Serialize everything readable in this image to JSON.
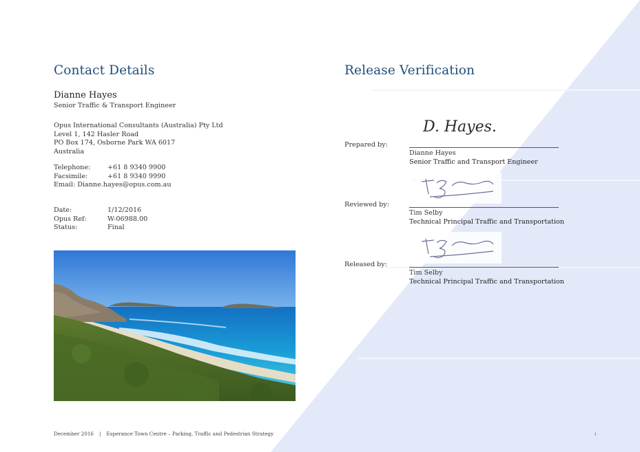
{
  "contact": {
    "heading": "Contact Details",
    "name": "Dianne Hayes",
    "role": "Senior Traffic & Transport Engineer",
    "address_lines": [
      "Opus International Consultants (Australia) Pty Ltd",
      "Level 1, 142 Hasler Road",
      "PO Box 174, Osborne Park WA 6017",
      "Australia"
    ],
    "telephone_label": "Telephone:",
    "telephone": "+61 8 9340 9900",
    "facsimile_label": "Facsimile:",
    "facsimile": "+61 8 9340 9990",
    "email": "Email: Dianne.hayes@opus.com.au",
    "date_label": "Date:",
    "date": "1/12/2016",
    "ref_label": "Opus Ref:",
    "ref": "W-06988.00",
    "status_label": "Status:",
    "status": "Final"
  },
  "verification": {
    "heading": "Release Verification",
    "prepared": {
      "label": "Prepared by:",
      "name": "Dianne Hayes",
      "title": "Senior Traffic and Transport Engineer",
      "signature": "D. Hayes."
    },
    "reviewed": {
      "label": "Reviewed by:",
      "name": "Tim Selby",
      "title": "Technical Principal Traffic and Transportation"
    },
    "released": {
      "label": "Released by:",
      "name": "Tim Selby",
      "title": "Technical Principal Traffic and Transportation"
    }
  },
  "footer": {
    "date": "December 2016",
    "separator": "|",
    "document": "Esperance Town Centre – Parking, Traffic and Pedestrian Strategy",
    "page_number": "i"
  },
  "colors": {
    "heading": "#1f4e79",
    "triangle": "#e3e9f9",
    "signature_ink": "#6b6f9a"
  }
}
